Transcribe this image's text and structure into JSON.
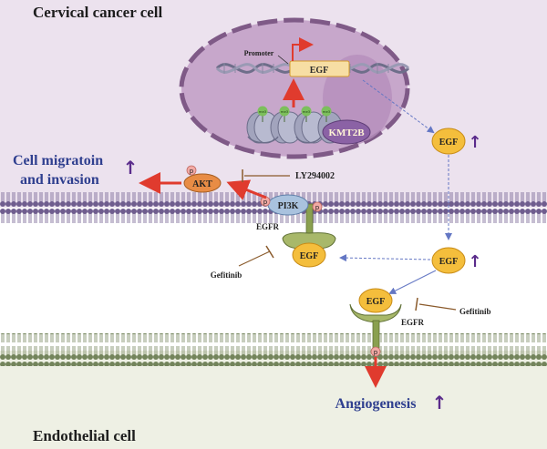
{
  "labels": {
    "top_cell_title": "Cervical cancer cell",
    "bottom_cell_title": "Endothelial cell",
    "promoter": "Promoter",
    "egf_gene": "EGF",
    "kmt2b": "KMT2B",
    "histone_mark": "me3",
    "egf": "EGF",
    "up_arrow": "↑",
    "akt": "AKT",
    "pi3k": "PI3K",
    "p": "p",
    "inhibitor_ly": "LY294002",
    "egfr": "EGFR",
    "gefitinib": "Gefitinib",
    "outcome_line1": "Cell migratoin",
    "outcome_line2": "and invasion",
    "angiogenesis": "Angiogenesis"
  },
  "colors": {
    "cancer_cell_bg": "#ece2ee",
    "endothelial_bg": "#eef0e4",
    "nucleus_fill": "#c7a7cb",
    "nucleus_border": "#7f5a87",
    "membrane_purple": "#6f5d8e",
    "membrane_green": "#73845b",
    "egf_fill": "#f4be3c",
    "egfr_fill": "#a8b86a",
    "akt_fill": "#e88c45",
    "pi3k_fill": "#a9c2de",
    "phospho_fill": "#f2aaa5",
    "kmt2b_fill": "#8b62a5",
    "red_arrow": "#e03b2e",
    "navy_text": "#2f3f8f",
    "up_arrow": "#5a2b8b",
    "inhibitor": "#8a5a2b",
    "dotted_arrow": "#6477c4"
  }
}
